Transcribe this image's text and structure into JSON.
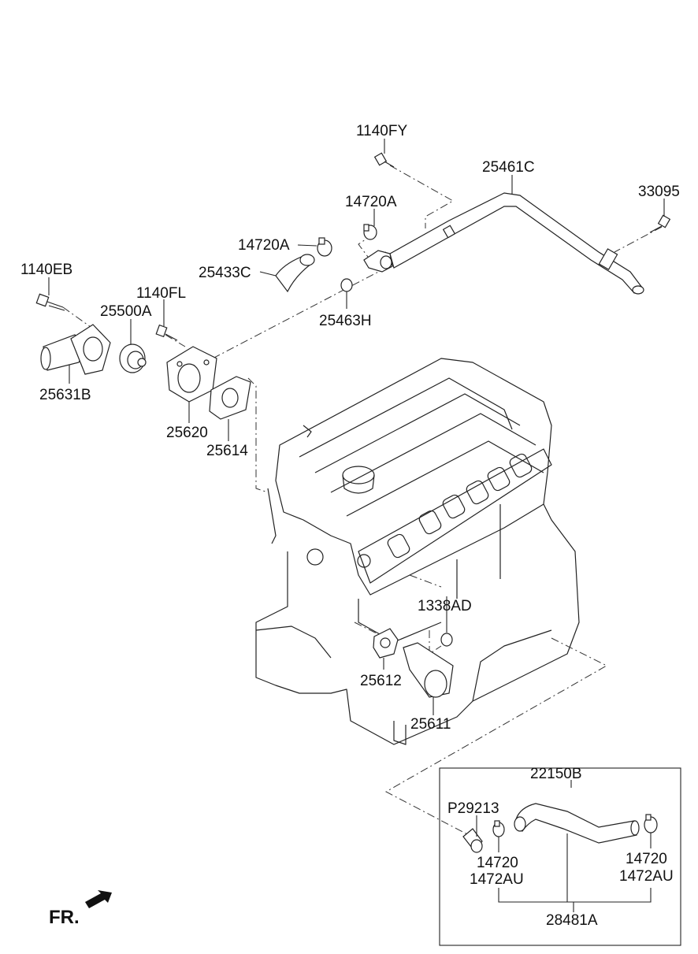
{
  "labels": {
    "p1140FY": "1140FY",
    "p25461C": "25461C",
    "p33095": "33095",
    "p14720A_top": "14720A",
    "p14720A_left": "14720A",
    "p25433C": "25433C",
    "p25463H": "25463H",
    "p1140EB": "1140EB",
    "p25500A": "25500A",
    "p1140FL": "1140FL",
    "p25631B": "25631B",
    "p25620": "25620",
    "p25614": "25614",
    "p1338AD": "1338AD",
    "p25612": "25612",
    "p25611": "25611",
    "p22150B": "22150B",
    "pP29213": "P29213",
    "p14720_left": "14720",
    "p1472AU_left": "1472AU",
    "p14720_right": "14720",
    "p1472AU_right": "1472AU",
    "p28481A": "28481A"
  },
  "direction_marker": "FR."
}
